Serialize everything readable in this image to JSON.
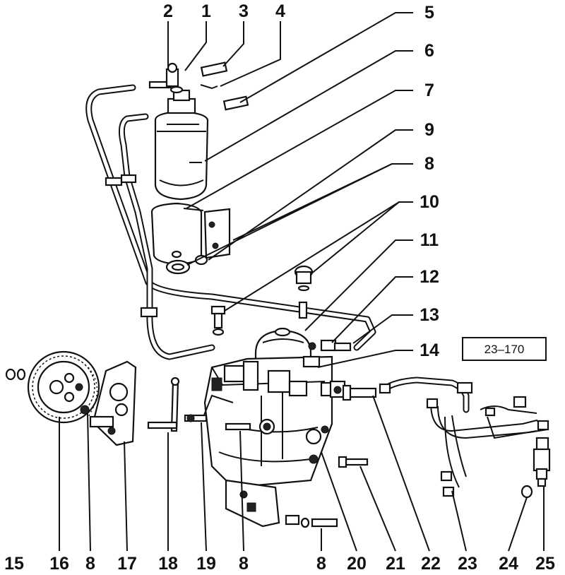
{
  "diagram_ref": "23–170",
  "callouts": {
    "c1": "1",
    "c2": "2",
    "c3": "3",
    "c4": "4",
    "c5": "5",
    "c6": "6",
    "c7": "7",
    "c8a": "8",
    "c9": "9",
    "c10": "10",
    "c11": "11",
    "c12": "12",
    "c13": "13",
    "c14": "14",
    "b15": "15",
    "b16": "16",
    "b8a": "8",
    "b17": "17",
    "b18": "18",
    "b19": "19",
    "b8b": "8",
    "b8c": "8",
    "b20": "20",
    "b21": "21",
    "b22": "22",
    "b23": "23",
    "b24": "24",
    "b25": "25"
  }
}
